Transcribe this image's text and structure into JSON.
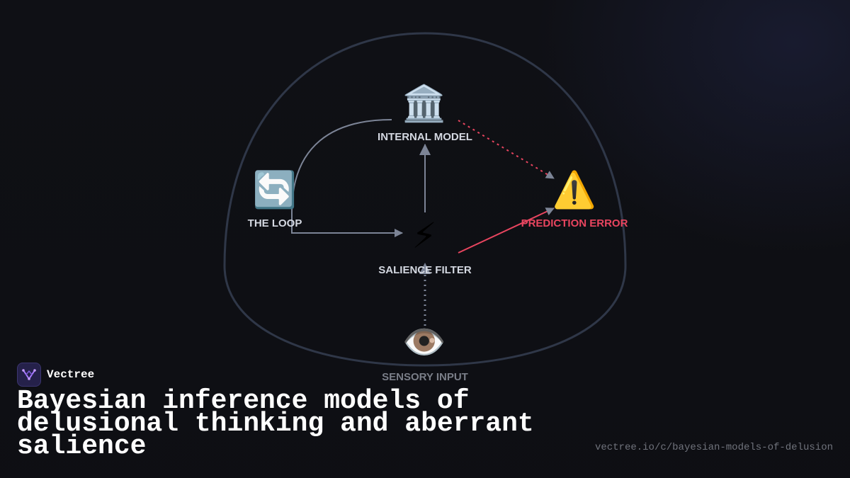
{
  "brand": {
    "name": "Vectree",
    "logo_icon": "vectree-logo-icon",
    "logo_bg": "#25214a",
    "logo_color": "#a97bff"
  },
  "page": {
    "title": "Bayesian inference models of delusional thinking and aberrant salience",
    "url": "vectree.io/c/bayesian-models-of-delusion"
  },
  "diagram": {
    "nodes": {
      "internal_model": {
        "label": "INTERNAL MODEL",
        "icon": "🏛️",
        "icon_name": "classical-building-icon"
      },
      "the_loop": {
        "label": "THE LOOP",
        "icon": "🔄",
        "icon_name": "loop-arrows-icon"
      },
      "salience_filter": {
        "label": "SALIENCE FILTER",
        "icon": "⚡",
        "icon_name": "lightning-icon"
      },
      "prediction_error": {
        "label": "PREDICTION ERROR",
        "icon": "⚠️",
        "icon_name": "warning-icon"
      },
      "sensory_input": {
        "label": "SENSORY INPUT",
        "icon": "👁️",
        "icon_name": "eye-icon"
      }
    },
    "edges": [
      {
        "from": "sensory_input",
        "to": "salience_filter",
        "style": "dotted"
      },
      {
        "from": "salience_filter",
        "to": "internal_model",
        "style": "solid"
      },
      {
        "from": "internal_model",
        "to": "prediction_error",
        "style": "dotted",
        "color": "error"
      },
      {
        "from": "salience_filter",
        "to": "prediction_error",
        "style": "solid",
        "color": "error"
      },
      {
        "from": "internal_model",
        "to": "salience_filter",
        "via": "the_loop",
        "style": "solid"
      }
    ],
    "colors": {
      "label": "#d4d8e1",
      "error": "#e8455f",
      "muted": "#7a7e88",
      "edge": "#7c8496",
      "outline": "#2f3748"
    }
  }
}
